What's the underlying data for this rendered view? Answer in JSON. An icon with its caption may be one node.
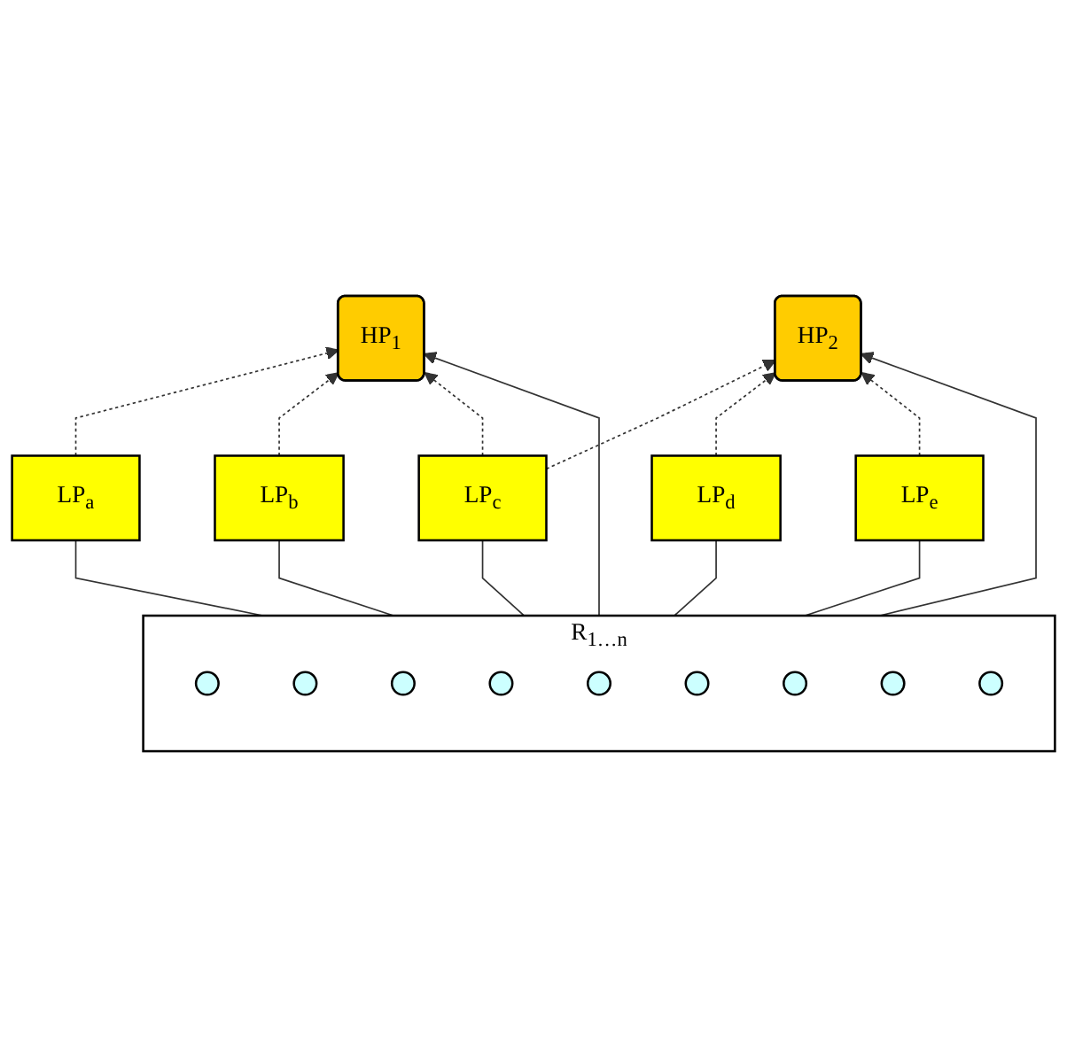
{
  "diagram": {
    "nodes": [
      {
        "text": [
          "HP$_{1}$"
        ]
      },
      {
        "text": [
          "HP$_{2}$"
        ]
      },
      {
        "text": [
          "LP$_{a}$"
        ]
      },
      {
        "text": [
          "LP$_{b}$"
        ]
      },
      {
        "text": [
          "LP$_{c}$"
        ]
      },
      {
        "text": [
          "LP$_{d}$"
        ]
      },
      {
        "text": [
          "LP$_{e}$"
        ]
      },
      {
        "text": [
          "R$_{1…n}$"
        ]
      },
      {
        "text": [],
        "shape": "circle",
        "in": 7
      },
      {
        "text": [],
        "shape": "circle",
        "in": 7
      },
      {
        "text": [],
        "shape": "circle",
        "in": 7
      },
      {
        "text": [],
        "shape": "circle",
        "in": 7
      },
      {
        "text": [],
        "shape": "circle",
        "in": 7
      },
      {
        "text": [],
        "shape": "circle",
        "in": 7
      },
      {
        "text": [],
        "shape": "circle",
        "in": 7
      },
      {
        "text": [],
        "shape": "circle",
        "in": 7
      },
      {
        "text": [],
        "shape": "circle",
        "in": 7
      }
    ],
    "edges": [
      {
        "from": 2,
        "to": 0,
        "arrow": "to",
        "style": "dashed"
      },
      {
        "from": 3,
        "to": 0,
        "arrow": "to",
        "style": "dashed"
      },
      {
        "from": 4,
        "to": 0,
        "arrow": "to",
        "style": "dashed"
      },
      {
        "from": 7,
        "to": 0,
        "arrow": "to"
      },
      {
        "from": 4,
        "to": 1,
        "arrow": "to",
        "style": "dashed"
      },
      {
        "from": 5,
        "to": 1,
        "arrow": "to",
        "style": "dashed"
      },
      {
        "from": 6,
        "to": 1,
        "arrow": "to",
        "style": "dashed"
      },
      {
        "from": 7,
        "to": 1,
        "arrow": "to"
      },
      {
        "from": 7,
        "to": 2,
        "arrow": "none"
      },
      {
        "from": 7,
        "to": 3,
        "arrow": "none"
      },
      {
        "from": 7,
        "to": 4,
        "arrow": "none"
      },
      {
        "from": 7,
        "to": 5,
        "arrow": "none"
      },
      {
        "from": 7,
        "to": 6,
        "arrow": "none"
      }
    ]
  }
}
